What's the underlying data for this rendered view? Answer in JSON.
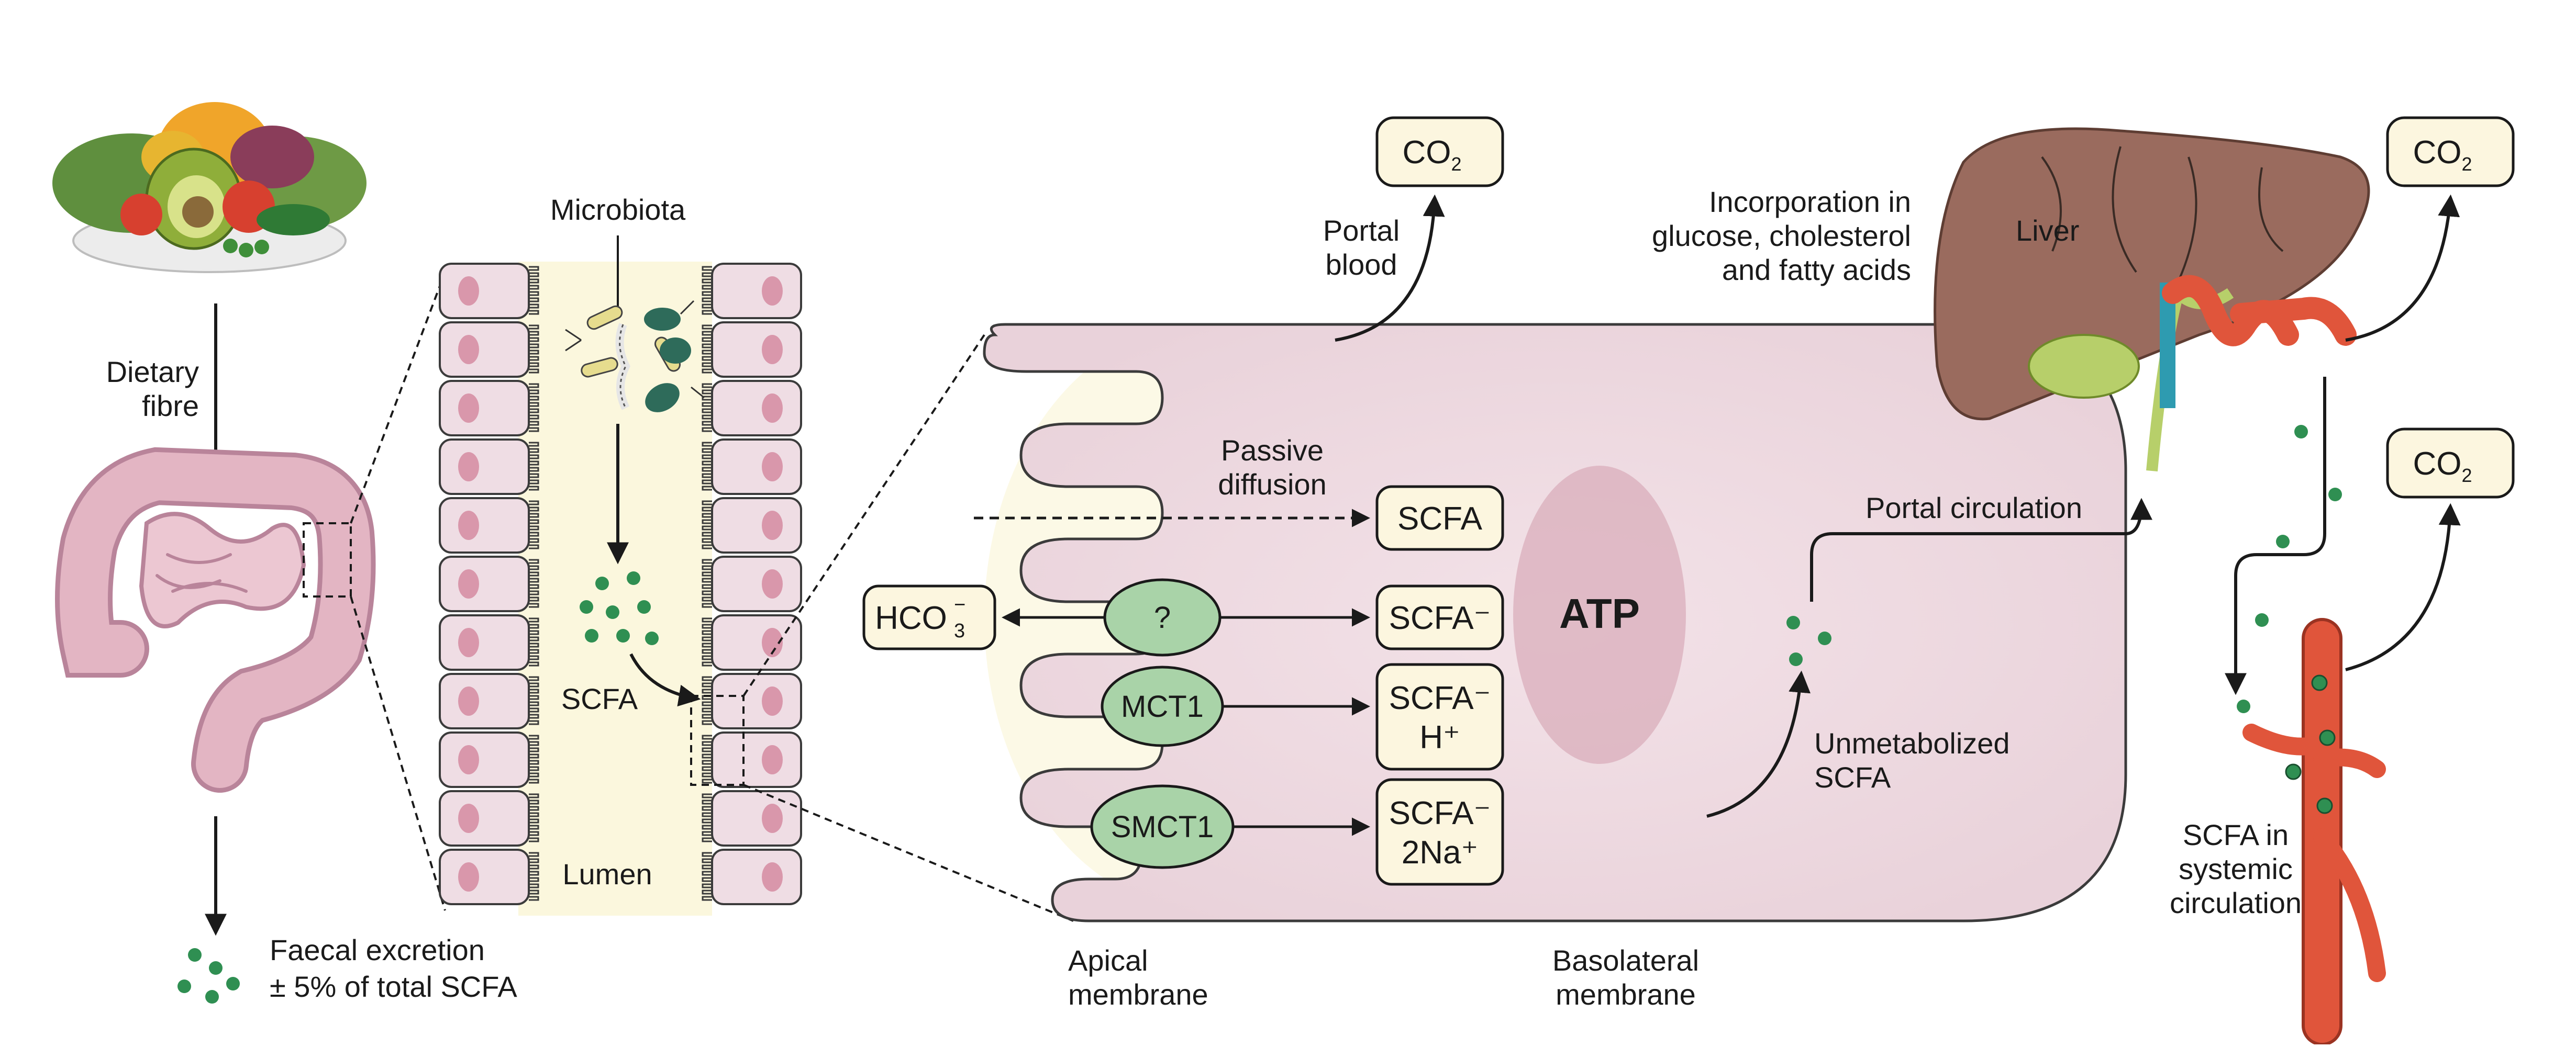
{
  "labels": {
    "dietary_fibre_line1": "Dietary",
    "dietary_fibre_line2": "fibre",
    "faecal_line1": "Faecal excretion",
    "faecal_line2": "± 5% of total SCFA",
    "microbiota": "Microbiota",
    "scfa_lumen": "SCFA",
    "lumen": "Lumen",
    "portal_blood_line1": "Portal",
    "portal_blood_line2": "blood",
    "passive_line1": "Passive",
    "passive_line2": "diffusion",
    "apical_line1": "Apical",
    "apical_line2": "membrane",
    "basolateral_line1": "Basolateral",
    "basolateral_line2": "membrane",
    "atp": "ATP",
    "portal_circulation": "Portal circulation",
    "unmetabolized_line1": "Unmetabolized",
    "unmetabolized_line2": "SCFA",
    "liver": "Liver",
    "incorporation_line1": "Incorporation in",
    "incorporation_line2": "glucose, cholesterol",
    "incorporation_line3": "and fatty acids",
    "systemic_line1": "SCFA in",
    "systemic_line2": "systemic",
    "systemic_line3": "circulation"
  },
  "boxes": {
    "co2": "CO",
    "co2_sub": "2",
    "scfa": "SCFA",
    "scfa_minus": "SCFA⁻",
    "scfa_h_line1": "SCFA⁻",
    "scfa_h_line2": "H⁺",
    "scfa_na_line1": "SCFA⁻",
    "scfa_na_line2": "2Na⁺",
    "hco3": "HCO",
    "hco3_sup": "−",
    "hco3_sub": "3"
  },
  "transporters": {
    "unknown": "?",
    "mct1": "MCT1",
    "smct1": "SMCT1"
  },
  "colors": {
    "cell_fill": "#efdde4",
    "cell_stroke": "#3b3b3b",
    "box_fill": "#fcf6df",
    "oval_fill": "#a9d3a8",
    "scfa_dot": "#2f8f52",
    "vessel": "#e0553b",
    "liver": "#9a6b5e",
    "gallbladder": "#b7cf6a",
    "lumen_bg": "#fbf7dd",
    "colon": "#e3b5c3",
    "nucleus": "#d997ab"
  }
}
